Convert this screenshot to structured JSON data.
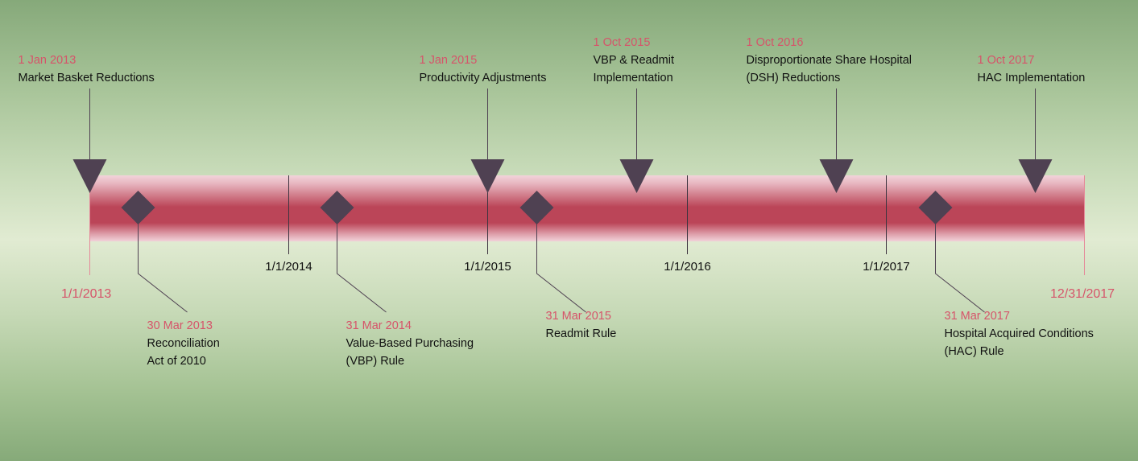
{
  "timeline": {
    "start": "2013-01-01",
    "end": "2017-12-31",
    "start_label": "1/1/2013",
    "end_label": "12/31/2017",
    "colors": {
      "bar": "#bb4558",
      "marker": "#4f4152",
      "date_text": "#d6546a",
      "desc_text": "#111111"
    },
    "year_ticks": [
      {
        "date": "2014-01-01",
        "label": "1/1/2014"
      },
      {
        "date": "2015-01-01",
        "label": "1/1/2015"
      },
      {
        "date": "2016-01-01",
        "label": "1/1/2016"
      },
      {
        "date": "2017-01-01",
        "label": "1/1/2017"
      }
    ],
    "milestones_above": [
      {
        "date": "2013-01-01",
        "date_label": "1 Jan 2013",
        "lines": [
          "Market Basket Reductions"
        ]
      },
      {
        "date": "2015-01-01",
        "date_label": "1 Jan 2015",
        "lines": [
          "Productivity Adjustments"
        ]
      },
      {
        "date": "2015-10-01",
        "date_label": "1 Oct 2015",
        "lines": [
          "VBP & Readmit",
          "Implementation"
        ]
      },
      {
        "date": "2016-10-01",
        "date_label": "1 Oct 2016",
        "lines": [
          "Disproportionate Share Hospital",
          "(DSH) Reductions"
        ]
      },
      {
        "date": "2017-10-01",
        "date_label": "1 Oct 2017",
        "lines": [
          "HAC Implementation"
        ]
      }
    ],
    "milestones_below": [
      {
        "date": "2013-03-30",
        "date_label": "30 Mar 2013",
        "lines": [
          "Reconciliation",
          "Act of 2010"
        ]
      },
      {
        "date": "2014-03-31",
        "date_label": "31 Mar 2014",
        "lines": [
          "Value-Based Purchasing",
          "(VBP) Rule"
        ]
      },
      {
        "date": "2015-03-31",
        "date_label": "31 Mar 2015",
        "lines": [
          "Readmit Rule"
        ]
      },
      {
        "date": "2017-03-31",
        "date_label": "31 Mar 2017",
        "lines": [
          "Hospital Acquired Conditions",
          "(HAC) Rule"
        ]
      }
    ]
  }
}
